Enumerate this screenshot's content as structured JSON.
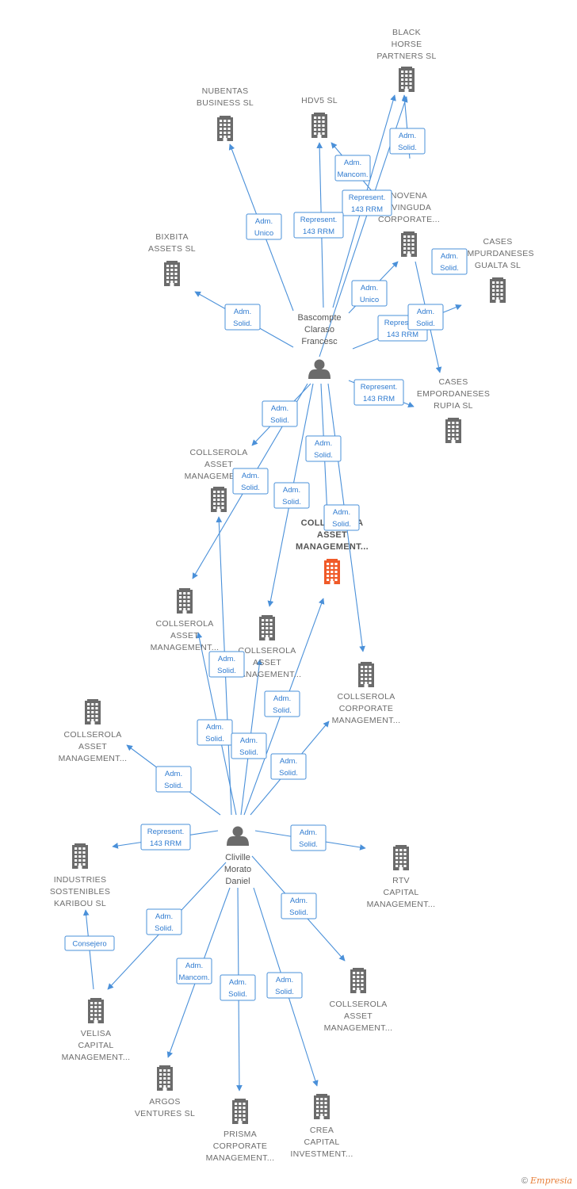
{
  "colors": {
    "edge": "#4a90d9",
    "building": "#6b6b6b",
    "building_main": "#f05a28",
    "text": "#6d6d6d"
  },
  "persons": [
    {
      "id": "p1",
      "lines": [
        "Bascompte",
        "Claraso",
        "Francesc"
      ]
    },
    {
      "id": "p2",
      "lines": [
        "Cliville",
        "Morato",
        "Daniel"
      ]
    }
  ],
  "companies": [
    {
      "id": "black-horse",
      "lines": [
        "BLACK",
        "HORSE",
        "PARTNERS  SL"
      ]
    },
    {
      "id": "nubentas",
      "lines": [
        "NUBENTAS",
        "BUSINESS SL"
      ]
    },
    {
      "id": "hdv5",
      "lines": [
        "HDV5  SL"
      ]
    },
    {
      "id": "novena",
      "lines": [
        "NOVENA",
        "AVINGUDA",
        "CORPORATE..."
      ]
    },
    {
      "id": "bixbita",
      "lines": [
        "BIXBITA",
        "ASSETS  SL"
      ]
    },
    {
      "id": "cases-gualta",
      "lines": [
        "CASES",
        "EMPURDANESES",
        "GUALTA  SL"
      ]
    },
    {
      "id": "cases-rupia",
      "lines": [
        "CASES",
        "EMPORDANESES",
        "RUPIA  SL"
      ]
    },
    {
      "id": "coll-am-1",
      "lines": [
        "COLLSEROLA",
        "ASSET",
        "MANAGEMENT..."
      ]
    },
    {
      "id": "coll-main",
      "lines": [
        "COLLSEROLA",
        "ASSET",
        "MANAGEMENT..."
      ],
      "main": true
    },
    {
      "id": "coll-am-2",
      "lines": [
        "COLLSEROLA",
        "ASSET",
        "MANAGEMENT..."
      ]
    },
    {
      "id": "coll-am-3",
      "lines": [
        "COLLSEROLA",
        "ASSET",
        "MANAGEMENT..."
      ]
    },
    {
      "id": "coll-corp",
      "lines": [
        "COLLSEROLA",
        "CORPORATE",
        "MANAGEMENT..."
      ]
    },
    {
      "id": "coll-am-4",
      "lines": [
        "COLLSEROLA",
        "ASSET",
        "MANAGEMENT..."
      ]
    },
    {
      "id": "industries",
      "lines": [
        "INDUSTRIES",
        "SOSTENIBLES",
        "KARIBOU  SL"
      ]
    },
    {
      "id": "rtv",
      "lines": [
        "RTV",
        "CAPITAL",
        "MANAGEMENT..."
      ]
    },
    {
      "id": "velisa",
      "lines": [
        "VELISA",
        "CAPITAL",
        "MANAGEMENT..."
      ]
    },
    {
      "id": "coll-am-5",
      "lines": [
        "COLLSEROLA",
        "ASSET",
        "MANAGEMENT..."
      ]
    },
    {
      "id": "argos",
      "lines": [
        "ARGOS",
        "VENTURES  SL"
      ]
    },
    {
      "id": "prisma",
      "lines": [
        "PRISMA",
        "CORPORATE",
        "MANAGEMENT..."
      ]
    },
    {
      "id": "crea",
      "lines": [
        "CREA",
        "CAPITAL",
        "INVESTMENT..."
      ]
    }
  ],
  "relations": [
    {
      "id": "r-black-horse",
      "lines": [
        "Adm.",
        "Solid."
      ]
    },
    {
      "id": "r-black-horse-rep",
      "lines": [
        "Represent.",
        "143 RRM"
      ]
    },
    {
      "id": "r-hdv5-rep",
      "lines": [
        "Represent.",
        "143 RRM"
      ]
    },
    {
      "id": "r-hdv5-manc",
      "lines": [
        "Adm.",
        "Mancom."
      ]
    },
    {
      "id": "r-nubentas",
      "lines": [
        "Adm.",
        "Unico"
      ]
    },
    {
      "id": "r-bixbita",
      "lines": [
        "Adm.",
        "Solid."
      ]
    },
    {
      "id": "r-novena",
      "lines": [
        "Adm.",
        "Unico"
      ]
    },
    {
      "id": "r-gualta-rep",
      "lines": [
        "Represent.",
        "143 RRM"
      ]
    },
    {
      "id": "r-gualta-solid",
      "lines": [
        "Adm.",
        "Solid."
      ]
    },
    {
      "id": "r-novena-gualta",
      "lines": [
        "Adm.",
        "Solid."
      ]
    },
    {
      "id": "r-rupia",
      "lines": [
        "Represent.",
        "143 RRM"
      ]
    },
    {
      "id": "r-p1-am1",
      "lines": [
        "Adm.",
        "Solid."
      ]
    },
    {
      "id": "r-p1-am1b",
      "lines": [
        "Adm.",
        "Solid."
      ]
    },
    {
      "id": "r-p1-main-a",
      "lines": [
        "Adm.",
        "Solid."
      ]
    },
    {
      "id": "r-p1-am3",
      "lines": [
        "Adm.",
        "Solid."
      ]
    },
    {
      "id": "r-p1-corp",
      "lines": [
        "Adm.",
        "Solid."
      ]
    },
    {
      "id": "r-p2-am2",
      "lines": [
        "Adm.",
        "Solid."
      ]
    },
    {
      "id": "r-p2-main",
      "lines": [
        "Adm.",
        "Solid."
      ]
    },
    {
      "id": "r-p2-am1",
      "lines": [
        "Adm.",
        "Solid."
      ]
    },
    {
      "id": "r-p2-am3",
      "lines": [
        "Adm.",
        "Solid."
      ]
    },
    {
      "id": "r-p2-corp",
      "lines": [
        "Adm.",
        "Solid."
      ]
    },
    {
      "id": "r-p2-am4",
      "lines": [
        "Adm.",
        "Solid."
      ]
    },
    {
      "id": "r-p2-industries",
      "lines": [
        "Represent.",
        "143 RRM"
      ]
    },
    {
      "id": "r-p2-rtv",
      "lines": [
        "Adm.",
        "Solid."
      ]
    },
    {
      "id": "r-p2-velisa",
      "lines": [
        "Adm.",
        "Solid."
      ]
    },
    {
      "id": "r-p2-am5",
      "lines": [
        "Adm.",
        "Solid."
      ]
    },
    {
      "id": "r-p2-argos",
      "lines": [
        "Adm.",
        "Mancom."
      ]
    },
    {
      "id": "r-p2-prisma",
      "lines": [
        "Adm.",
        "Solid."
      ]
    },
    {
      "id": "r-p2-crea",
      "lines": [
        "Adm.",
        "Solid."
      ]
    },
    {
      "id": "r-velisa-industries",
      "lines": [
        "Consejero"
      ]
    }
  ],
  "footer": {
    "copyright": "©",
    "brand": "Empresia"
  }
}
